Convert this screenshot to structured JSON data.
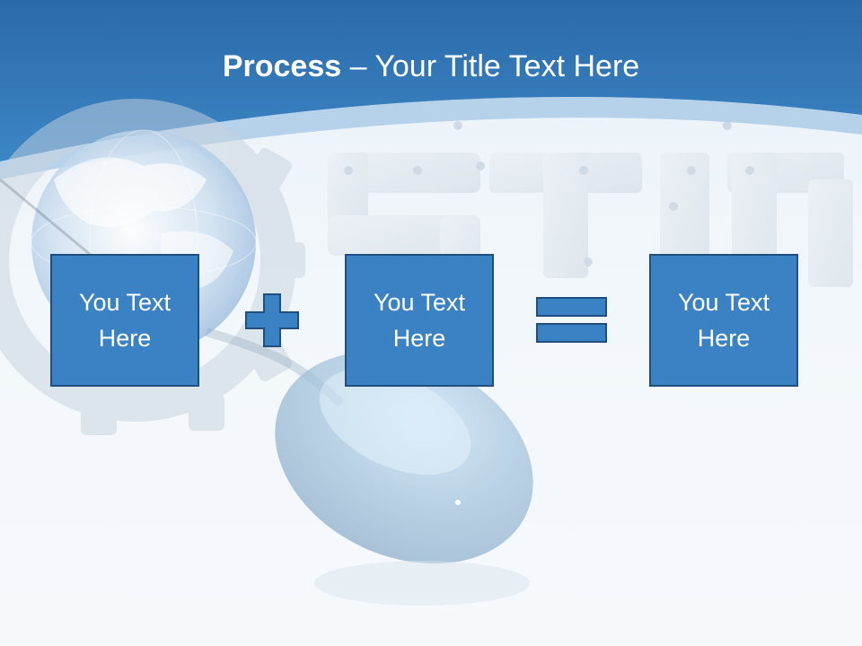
{
  "title": {
    "bold": "Process",
    "dash": " – ",
    "rest": "Your Title Text Here"
  },
  "boxes": [
    {
      "text": "You Text Here"
    },
    {
      "text": "You Text Here"
    },
    {
      "text": "You Text Here"
    }
  ],
  "colors": {
    "header_blue": "#2f6fae",
    "box_fill": "#3b82c4",
    "box_border": "#1f4f7e"
  },
  "icons": [
    "plus-icon",
    "equals-icon",
    "globe-icon",
    "gear-icon",
    "mouse-icon"
  ]
}
